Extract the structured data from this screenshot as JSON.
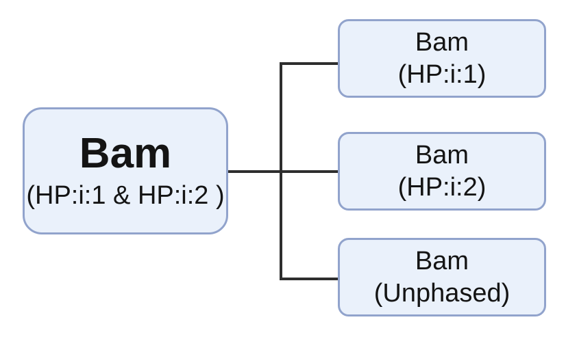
{
  "diagram": {
    "colors": {
      "background": "#ffffff",
      "node_fill": "#eaf1fb",
      "node_border": "#91a3cc",
      "connector": "#2e2e2e",
      "text": "#141414"
    },
    "source_node": {
      "title": "Bam",
      "subtitle": "(HP:i:1 & HP:i:2 )"
    },
    "target_nodes": [
      {
        "title": "Bam",
        "subtitle": "(HP:i:1)"
      },
      {
        "title": "Bam",
        "subtitle": "(HP:i:2)"
      },
      {
        "title": "Bam",
        "subtitle": "(Unphased)"
      }
    ]
  }
}
